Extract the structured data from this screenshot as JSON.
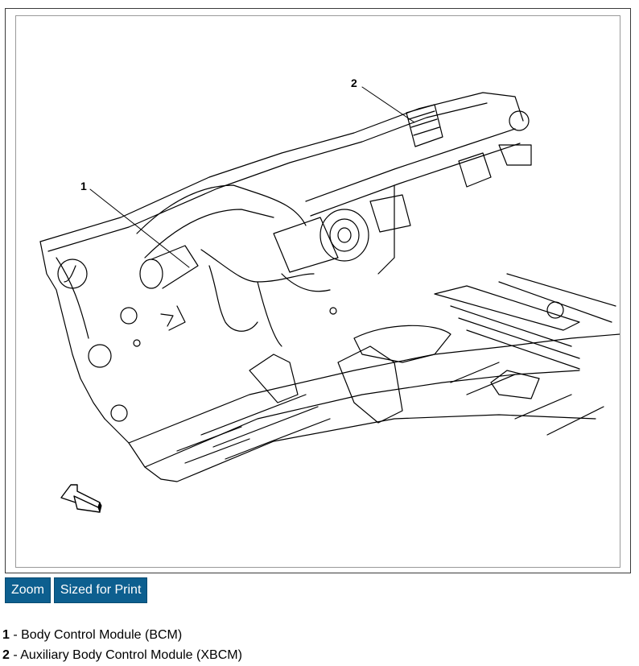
{
  "figure": {
    "callouts": [
      {
        "number": "1"
      },
      {
        "number": "2"
      }
    ],
    "direction_icon": "arrow-icon"
  },
  "buttons": {
    "zoom_label": "Zoom",
    "print_label": "Sized for Print",
    "color": "#0d5f8f"
  },
  "legend": [
    {
      "number": "1",
      "separator": " - ",
      "text": "Body Control Module (BCM)"
    },
    {
      "number": "2",
      "separator": " - ",
      "text": "Auxiliary Body Control Module (XBCM)"
    }
  ]
}
